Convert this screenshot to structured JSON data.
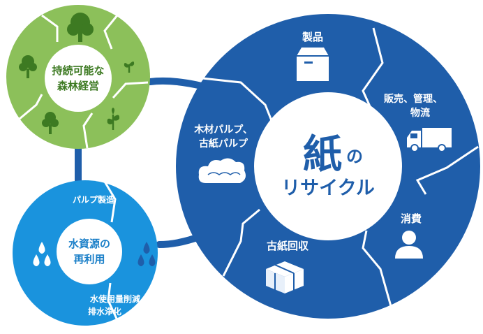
{
  "forest": {
    "title_line1": "持続可能な",
    "title_line2": "森林経営",
    "color": "#8cc05a",
    "inner_color": "#ffffff",
    "text_color": "#3d7a22"
  },
  "water": {
    "title_line1": "水資源の",
    "title_line2": "再利用",
    "segment_top": "パルプ製造",
    "segment_bottom_line1": "水使用量削減",
    "segment_bottom_line2": "排水浄化",
    "color": "#1a93dd",
    "text_color": "#1a7fc8"
  },
  "paper": {
    "center_big": "紙",
    "center_small": "の",
    "center_line2": "リサイクル",
    "segments": {
      "products": "製品",
      "sales_line1": "販売、管理、",
      "sales_line2": "物流",
      "consumption": "消費",
      "collection": "古紙回収",
      "pulp_line1": "木材パルプ、",
      "pulp_line2": "古紙パルプ"
    },
    "color": "#1f5eaa",
    "text_color": "#1f5eaa"
  },
  "connector_color": "#1f5eaa",
  "icons": {
    "forest": [
      "large-tree-icon",
      "tree-icon",
      "sprout-icon",
      "small-plant-icon",
      "tree-icon",
      "tree-icon"
    ],
    "paper": [
      "box-icon",
      "truck-icon",
      "person-icon",
      "bundle-icon",
      "pulp-cloud-icon"
    ],
    "water": [
      "water-drops-icon",
      "water-drops-icon"
    ]
  }
}
